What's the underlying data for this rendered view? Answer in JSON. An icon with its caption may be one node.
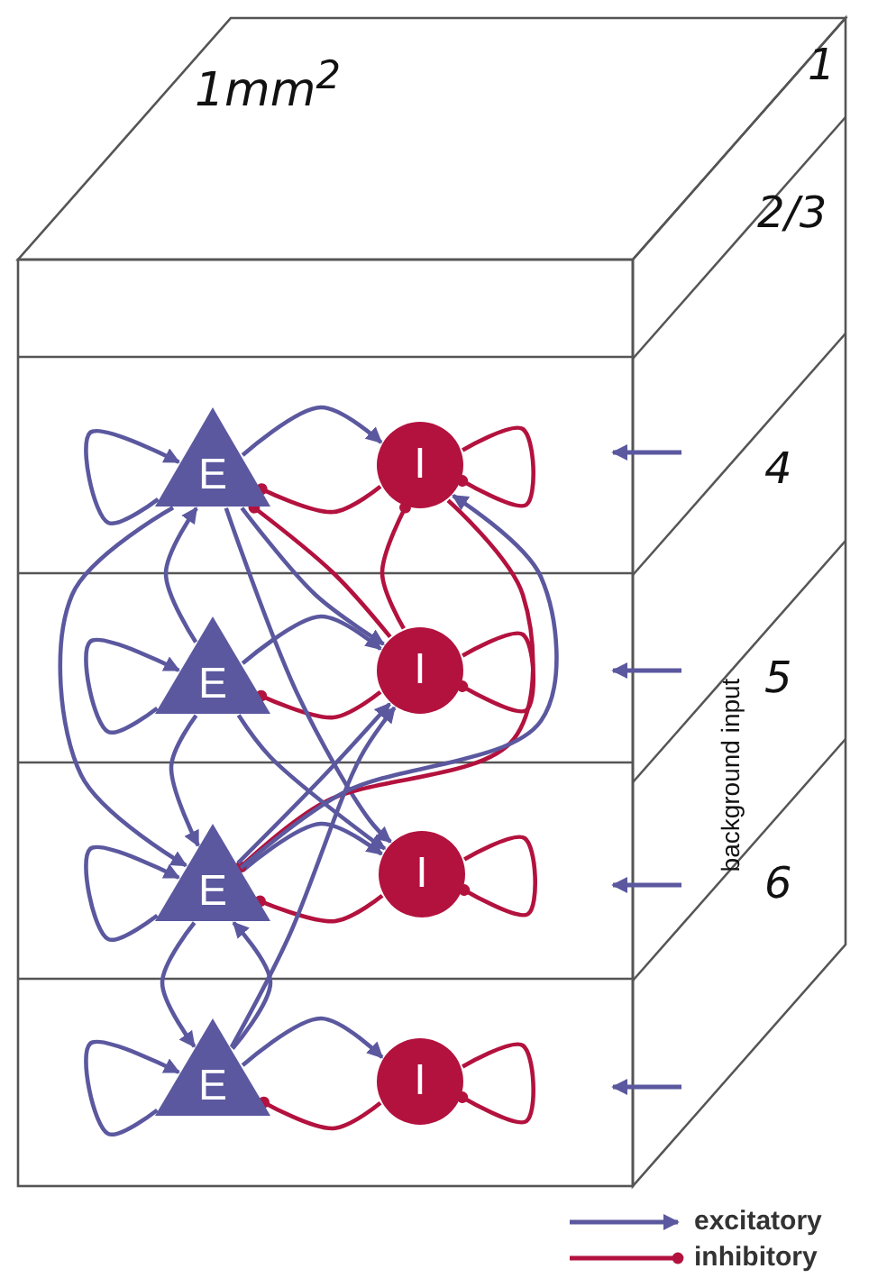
{
  "diagram": {
    "nodes": [
      {
        "text": [
          "E"
        ]
      },
      {
        "text": [
          "I"
        ]
      },
      {
        "text": [
          "E"
        ]
      },
      {
        "text": [
          "I"
        ]
      },
      {
        "text": [
          "E"
        ]
      },
      {
        "text": [
          "I"
        ]
      },
      {
        "text": [
          "E"
        ]
      },
      {
        "text": [
          "I"
        ]
      }
    ],
    "edges": [
      {
        "from": 0,
        "to": 0,
        "arrow": "to"
      },
      {
        "from": 1,
        "to": 1,
        "arrow": "other",
        "color": "#b3123e"
      },
      {
        "from": 0,
        "to": 1,
        "arrow": "to"
      },
      {
        "from": 1,
        "to": 0,
        "arrow": "other",
        "color": "#b3123e"
      },
      {
        "from": 2,
        "to": 2,
        "arrow": "to"
      },
      {
        "from": 3,
        "to": 3,
        "arrow": "other",
        "color": "#b3123e"
      },
      {
        "from": 2,
        "to": 3,
        "arrow": "to"
      },
      {
        "from": 3,
        "to": 2,
        "arrow": "other",
        "color": "#b3123e"
      },
      {
        "from": 4,
        "to": 4,
        "arrow": "to"
      },
      {
        "from": 5,
        "to": 5,
        "arrow": "other",
        "color": "#b3123e"
      },
      {
        "from": 4,
        "to": 5,
        "arrow": "to"
      },
      {
        "from": 5,
        "to": 4,
        "arrow": "other",
        "color": "#b3123e"
      },
      {
        "from": 6,
        "to": 6,
        "arrow": "to"
      },
      {
        "from": 7,
        "to": 7,
        "arrow": "other",
        "color": "#b3123e"
      },
      {
        "from": 6,
        "to": 7,
        "arrow": "to"
      },
      {
        "from": 7,
        "to": 6,
        "arrow": "other",
        "color": "#b3123e"
      },
      {
        "from": 0,
        "to": 3,
        "arrow": "to"
      },
      {
        "from": 0,
        "to": 5,
        "arrow": "to"
      },
      {
        "from": 0,
        "to": 4,
        "arrow": "to"
      },
      {
        "from": 2,
        "to": 0,
        "arrow": "to"
      },
      {
        "from": 3,
        "to": 0,
        "arrow": "other",
        "color": "#b3123e"
      },
      {
        "from": 3,
        "to": 1,
        "arrow": "other",
        "color": "#b3123e"
      },
      {
        "from": 1,
        "to": 4,
        "arrow": "other",
        "color": "#b3123e"
      },
      {
        "from": 4,
        "to": 1,
        "arrow": "to"
      },
      {
        "from": 2,
        "to": 4,
        "arrow": "to"
      },
      {
        "from": 2,
        "to": 5,
        "arrow": "to"
      },
      {
        "from": 4,
        "to": 3,
        "arrow": "to"
      },
      {
        "from": 4,
        "to": 6,
        "arrow": "to"
      },
      {
        "from": 6,
        "to": 4,
        "arrow": "to"
      },
      {
        "from": 6,
        "to": 3,
        "arrow": "to"
      }
    ],
    "labels": [
      "1mm$^{2}$",
      "1",
      "2/3",
      "4",
      "5",
      "6",
      "background input"
    ],
    "legend": [
      {
        "text": "excitatory"
      },
      {
        "text": "inhibitory"
      }
    ]
  }
}
